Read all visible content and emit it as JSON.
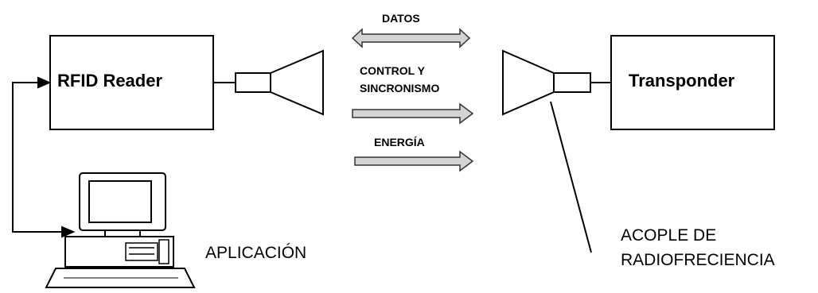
{
  "reader": {
    "label": "RFID Reader"
  },
  "transponder": {
    "label": "Transponder"
  },
  "signals": {
    "datos": "DATOS",
    "control_line1": "CONTROL Y",
    "control_line2": "SINCRONISMO",
    "energia": "ENERGÍA"
  },
  "application": {
    "label": "APLICACIÓN"
  },
  "coupling": {
    "line1": "ACOPLE DE",
    "line2": "RADIOFRECIENCIA"
  },
  "colors": {
    "arrow_fill": "#d4d4d4",
    "stroke": "#000000",
    "background": "#ffffff"
  }
}
